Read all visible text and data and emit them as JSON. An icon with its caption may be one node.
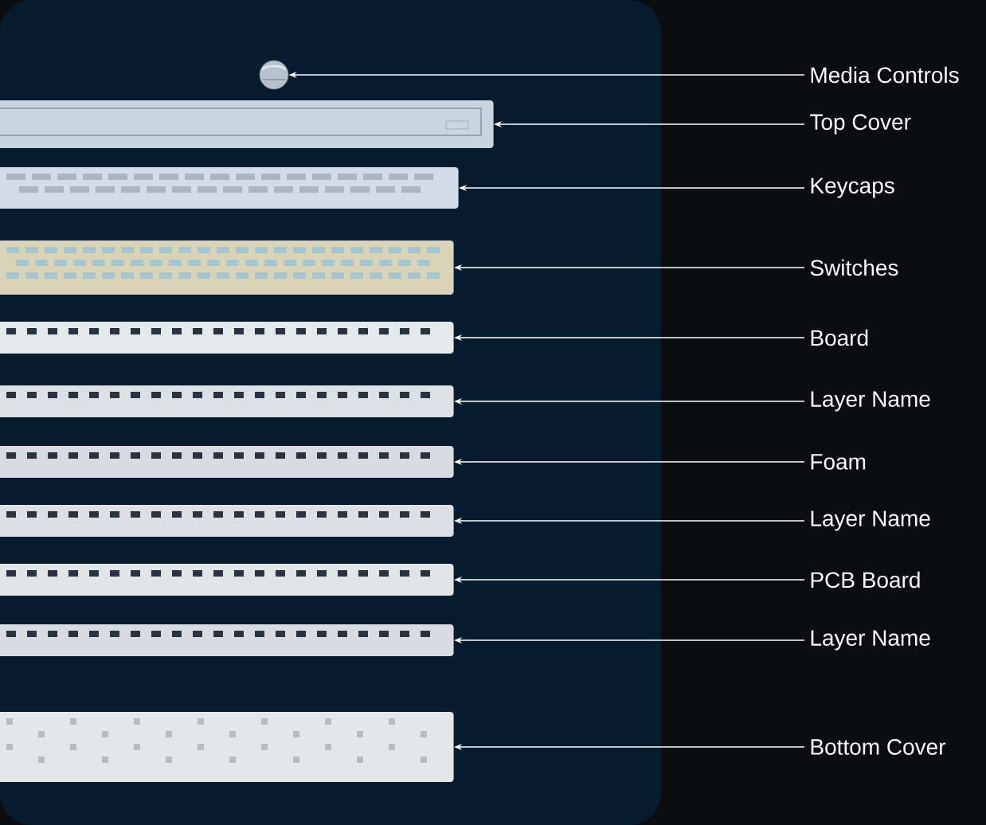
{
  "diagram": {
    "nodes": [
      {
        "text": [],
        "shape": "picture"
      },
      {
        "text": [],
        "shape": "picture"
      },
      {
        "text": [],
        "shape": "picture"
      },
      {
        "text": [],
        "shape": "picture"
      },
      {
        "text": [],
        "shape": "picture"
      },
      {
        "text": [],
        "shape": "picture"
      },
      {
        "text": [],
        "shape": "picture"
      },
      {
        "text": [],
        "shape": "picture"
      },
      {
        "text": [],
        "shape": "picture"
      },
      {
        "text": [],
        "shape": "picture"
      },
      {
        "text": [],
        "shape": "picture"
      },
      {
        "text": [
          "Media Controls"
        ]
      },
      {
        "text": [
          "Top Cover"
        ]
      },
      {
        "text": [
          "Keycaps"
        ]
      },
      {
        "text": [
          "Switches"
        ]
      },
      {
        "text": [
          "Board"
        ]
      },
      {
        "text": [
          "Layer Name"
        ]
      },
      {
        "text": [
          "Foam"
        ]
      },
      {
        "text": [
          "Layer Name"
        ]
      },
      {
        "text": [
          "PCB Board"
        ]
      },
      {
        "text": [
          "Layer Name"
        ]
      },
      {
        "text": [
          "Bottom Cover"
        ]
      }
    ],
    "edges": [
      {
        "from": 11,
        "to": 0,
        "arrow": "to"
      },
      {
        "from": 12,
        "to": 1,
        "arrow": "to"
      },
      {
        "from": 13,
        "to": 2,
        "arrow": "to"
      },
      {
        "from": 14,
        "to": 3,
        "arrow": "to"
      },
      {
        "from": 15,
        "to": 4,
        "arrow": "to"
      },
      {
        "from": 16,
        "to": 5,
        "arrow": "to"
      },
      {
        "from": 17,
        "to": 6,
        "arrow": "to"
      },
      {
        "from": 18,
        "to": 7,
        "arrow": "to"
      },
      {
        "from": 19,
        "to": 8,
        "arrow": "to"
      },
      {
        "from": 20,
        "to": 9,
        "arrow": "to"
      },
      {
        "from": 21,
        "to": 10,
        "arrow": "to"
      }
    ]
  }
}
